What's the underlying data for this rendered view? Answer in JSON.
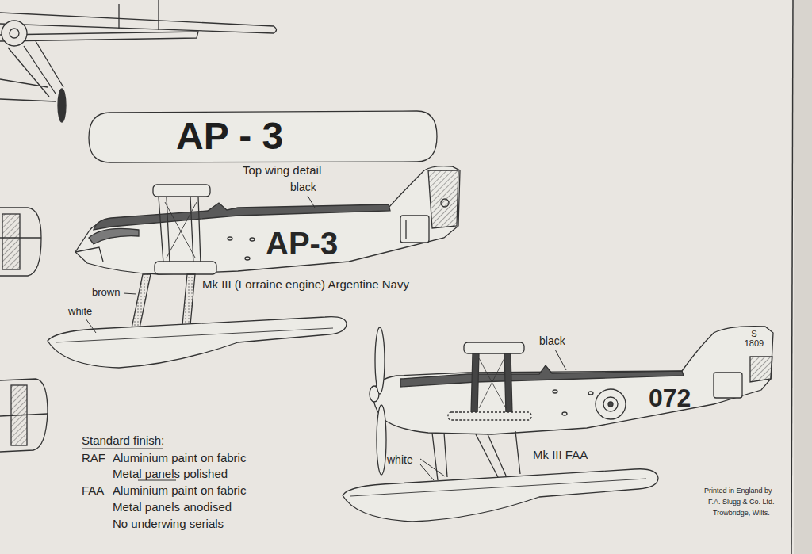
{
  "diagram": {
    "nodes": [
      {
        "text": [
          "AP - 3"
        ]
      }
    ],
    "labels": [
      "Top wing detail",
      "black",
      "AP-3",
      "Mk III (Lorraine engine) Argentine Navy",
      "brown",
      "white",
      "black",
      "S 1809",
      "072",
      "Mk III FAA",
      "white",
      "Standard finish:",
      "RAF",
      "Aluminium paint on fabric",
      "Metal panels polished",
      "FAA",
      "Aluminium paint on fabric",
      "Metal panels anodised",
      "No underwing serials",
      "Printed in England by",
      "F.A. Slugg & Co. Ltd.",
      "Trowbridge, Wilts."
    ]
  }
}
